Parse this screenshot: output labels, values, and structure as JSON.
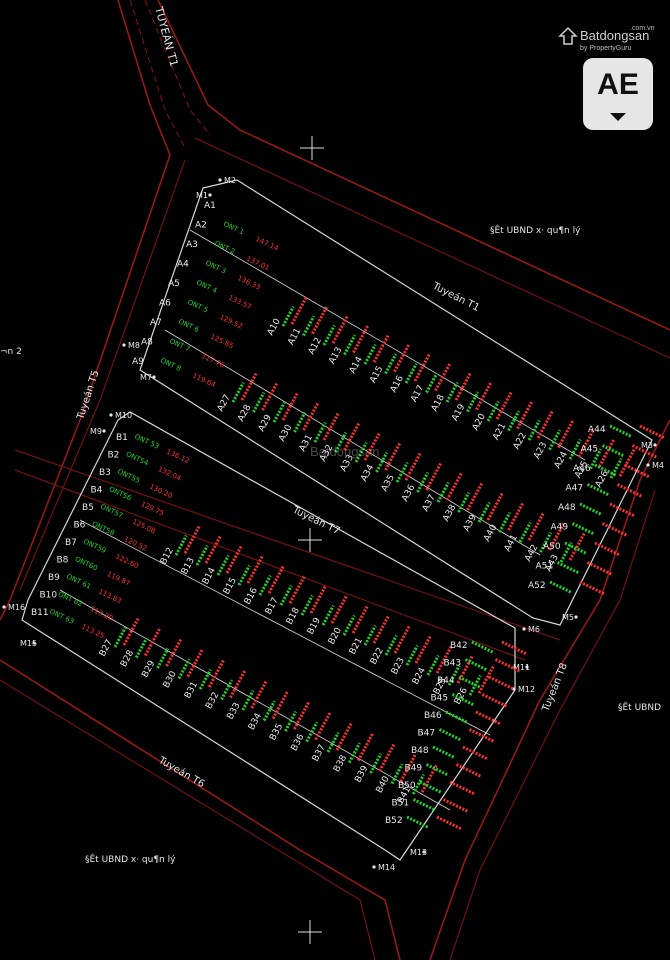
{
  "watermark": {
    "brand": "Batdongsan",
    "sub": "by PropertyGuru",
    "domain": ".com.vn"
  },
  "viewer": {
    "text_button": "AE"
  },
  "roads": {
    "t1_top": "TUYEÁN T1",
    "t1": "Tuyeán T1",
    "t5": "Tuyeán T5",
    "t6": "Tuyeán T6",
    "t7": "Tuyeán T7",
    "t8": "Tuyeán T8"
  },
  "areas": {
    "ubnd_top": "§Êt UBND x· qu¶n lý",
    "ubnd_bottom": "§Êt UBND x· qu¶n lý",
    "ubnd_right": "§Êt UBND",
    "left_edge": "¬n 2"
  },
  "markers": [
    "M1",
    "M2",
    "M3",
    "M4",
    "M5",
    "M6",
    "M7",
    "M8",
    "M9",
    "M10",
    "M11",
    "M12",
    "M13",
    "M14",
    "M15",
    "M16"
  ],
  "lots_a_left": [
    {
      "id": "A1",
      "code": "",
      "area": ""
    },
    {
      "id": "A2",
      "code": "ONT 1",
      "area": "147.14"
    },
    {
      "id": "A3",
      "code": "ONT 2",
      "area": "137.01"
    },
    {
      "id": "A4",
      "code": "ONT 3",
      "area": "136.33"
    },
    {
      "id": "A5",
      "code": "ONT 4",
      "area": "133.57"
    },
    {
      "id": "A6",
      "code": "ONT 5",
      "area": "129.52"
    },
    {
      "id": "A7",
      "code": "ONT 6",
      "area": "125.85"
    },
    {
      "id": "A8",
      "code": "ONT 7",
      "area": "117.76"
    },
    {
      "id": "A9",
      "code": "ONT 8",
      "area": "119.64"
    }
  ],
  "lots_b_left": [
    {
      "id": "B1",
      "code": "ONT 53",
      "area": "136.12"
    },
    {
      "id": "B2",
      "code": "ONT54",
      "area": "132.04"
    },
    {
      "id": "B3",
      "code": "ONT55",
      "area": "130.20"
    },
    {
      "id": "B4",
      "code": "ONT56",
      "area": "129.75"
    },
    {
      "id": "B5",
      "code": "ONT57",
      "area": "125.08"
    },
    {
      "id": "B6",
      "code": "ONT58",
      "area": "120.52"
    },
    {
      "id": "B7",
      "code": "ONT59",
      "area": "122.60"
    },
    {
      "id": "B8",
      "code": "ONT60",
      "area": "119.87"
    },
    {
      "id": "B9",
      "code": "ONT 61",
      "area": "113.83"
    },
    {
      "id": "B10",
      "code": "ONT 62",
      "area": "113.20"
    },
    {
      "id": "B11",
      "code": "ONT 63",
      "area": "113.25"
    }
  ],
  "lots_a_row1": [
    "A10",
    "A11",
    "A12",
    "A13",
    "A14",
    "A15",
    "A16",
    "A17",
    "A18",
    "A19",
    "A20",
    "A21",
    "A22",
    "A23",
    "A24",
    "A25",
    "A26"
  ],
  "lots_a_row2": [
    "A27",
    "A28",
    "A29",
    "A30",
    "A31",
    "A32",
    "A33",
    "A34",
    "A35",
    "A36",
    "A37",
    "A38",
    "A39",
    "A40",
    "A41",
    "A42",
    "A43"
  ],
  "lots_a_right": [
    "A44",
    "A45",
    "A46",
    "A47",
    "A48",
    "A49",
    "A50",
    "A51",
    "A52"
  ],
  "lots_b_row1": [
    "B12",
    "B13",
    "B14",
    "B15",
    "B16",
    "B17",
    "B18",
    "B19",
    "B20",
    "B21",
    "B22",
    "B23",
    "B24",
    "B25",
    "B26"
  ],
  "lots_b_row2": [
    "B27",
    "B28",
    "B29",
    "B30",
    "B31",
    "B32",
    "B33",
    "B34",
    "B35",
    "B36",
    "B37",
    "B38",
    "B39",
    "B40",
    "B41"
  ],
  "lots_b_right": [
    "B42",
    "B43",
    "B44",
    "B45",
    "B46",
    "B47",
    "B48",
    "B49",
    "B50",
    "B51",
    "B52"
  ],
  "colors": {
    "road_line": "#a01818",
    "block_line": "#d8d8d8",
    "lot_id": "#e8e8e8",
    "lot_code": "#22d32b",
    "lot_area": "#ff3030",
    "marker": "#e8e8e8"
  }
}
